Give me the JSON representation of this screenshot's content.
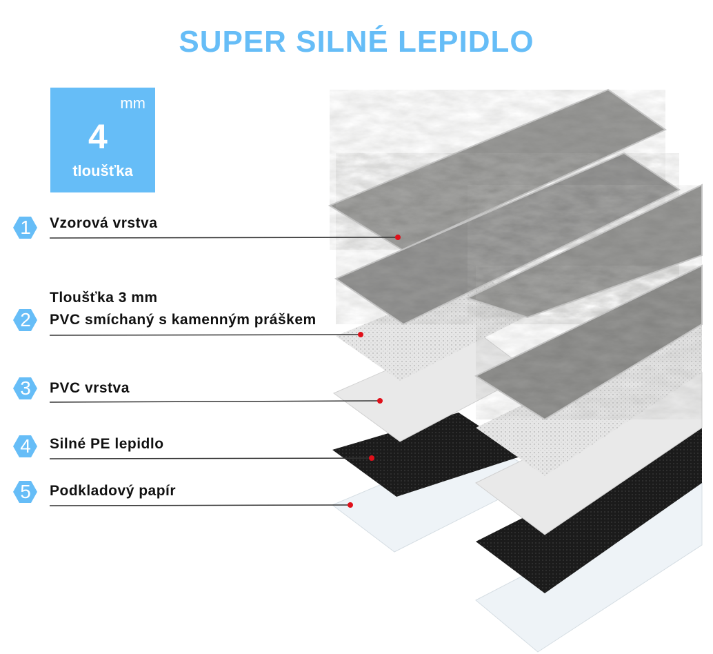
{
  "title": "SUPER SILNÉ LEPIDLO",
  "badge": {
    "value": "4",
    "unit": "mm",
    "label": "tloušťka"
  },
  "layers": [
    {
      "number": "1",
      "label": "Vzorová vrstva"
    },
    {
      "number": "2",
      "label_line1": "Tloušťka 3 mm",
      "label": "PVC smíchaný s kamenným práškem"
    },
    {
      "number": "3",
      "label": "PVC vrstva"
    },
    {
      "number": "4",
      "label": "Silné PE lepidlo"
    },
    {
      "number": "5",
      "label": "Podkladový papír"
    }
  ],
  "colors": {
    "accent": "#66bdf7",
    "marker": "#e0101a",
    "stone": "#8a8a88",
    "speckle": "#e4e4e4",
    "pvc": "#e8e8e8",
    "adhesive": "#1a1a1a",
    "paper": "#eef3f7"
  }
}
